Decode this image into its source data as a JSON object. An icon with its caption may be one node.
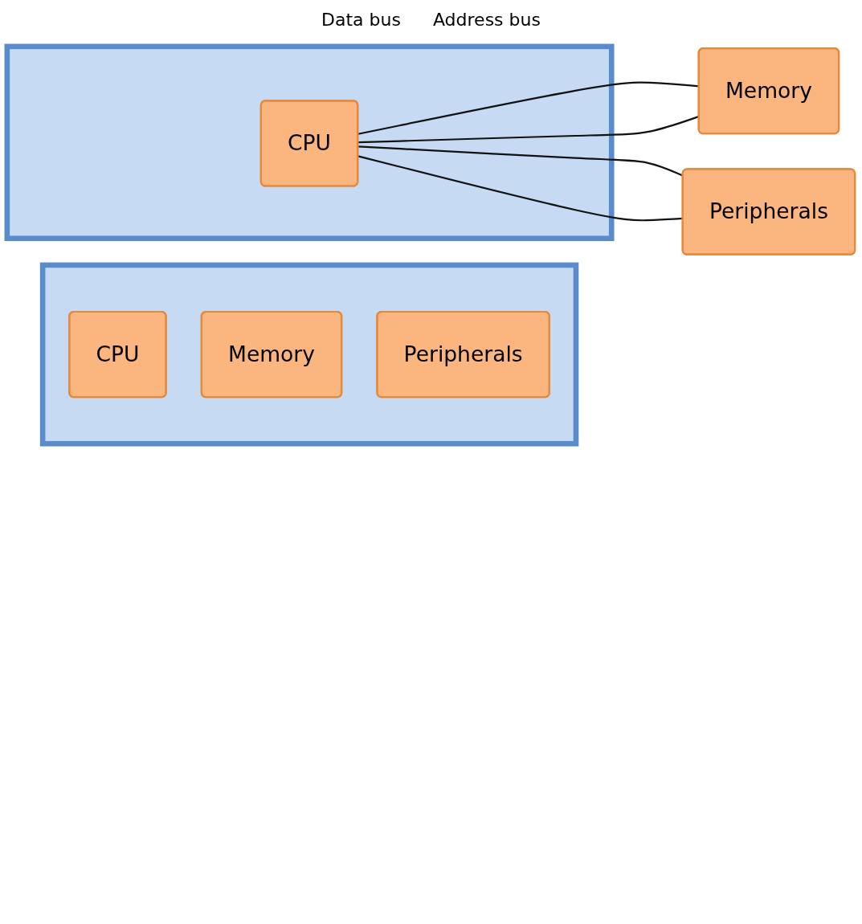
{
  "diagram": {
    "nodes": [
      {
        "text": [],
        "shape": "box"
      },
      {
        "text": [
          "CPU"
        ],
        "in": 0
      },
      {
        "text": [
          "Memory"
        ]
      },
      {
        "text": [
          "Peripherals"
        ]
      },
      {
        "text": [],
        "shape": "box"
      },
      {
        "text": [
          "CPU"
        ],
        "in": 4
      },
      {
        "text": [
          "Memory"
        ],
        "in": 4
      },
      {
        "text": [
          "Peripherals"
        ],
        "in": 4
      }
    ],
    "edges": [
      {
        "from": 1,
        "to": 2,
        "arrow": "none"
      },
      {
        "from": 1,
        "to": 3,
        "arrow": "none"
      },
      {
        "from": 1,
        "to": 2,
        "arrow": "none"
      },
      {
        "from": 1,
        "to": 3,
        "arrow": "none"
      }
    ],
    "labels": [
      "Data bus",
      "Address bus"
    ]
  }
}
